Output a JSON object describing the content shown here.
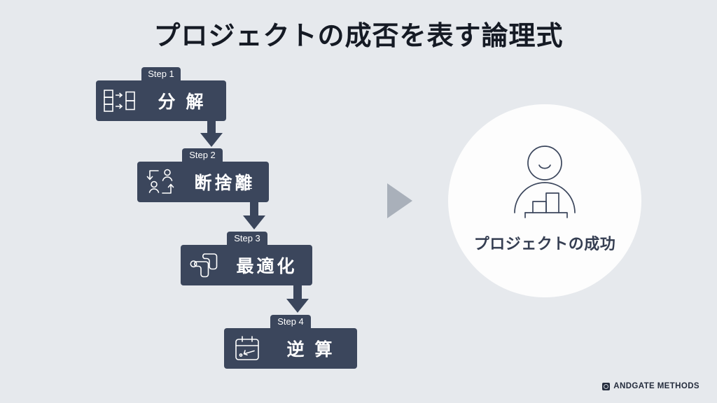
{
  "slide": {
    "title": "プロジェクトの成否を表す論理式",
    "background_color": "#e6e9ed",
    "box_color": "#3b465c",
    "accent_color": "#a9b0ba",
    "circle_color": "#fdfdfd"
  },
  "steps": [
    {
      "tab": "Step 1",
      "label": "分 解",
      "icon": "split-blocks-icon"
    },
    {
      "tab": "Step 2",
      "label": "断捨離",
      "icon": "people-swap-icon"
    },
    {
      "tab": "Step 3",
      "label": "最適化",
      "icon": "puzzle-pieces-icon"
    },
    {
      "tab": "Step 4",
      "label": "逆 算",
      "icon": "calendar-back-arrow-icon"
    }
  ],
  "flow": {
    "arrow_icon": "down-arrow-icon",
    "transition_icon": "play-triangle-icon"
  },
  "outcome": {
    "label": "プロジェクトの成功",
    "icon": "person-with-chart-icon"
  },
  "footer": {
    "logo_mark": "andgate-logo-icon",
    "logo_text": "ANDGATE METHODS"
  }
}
